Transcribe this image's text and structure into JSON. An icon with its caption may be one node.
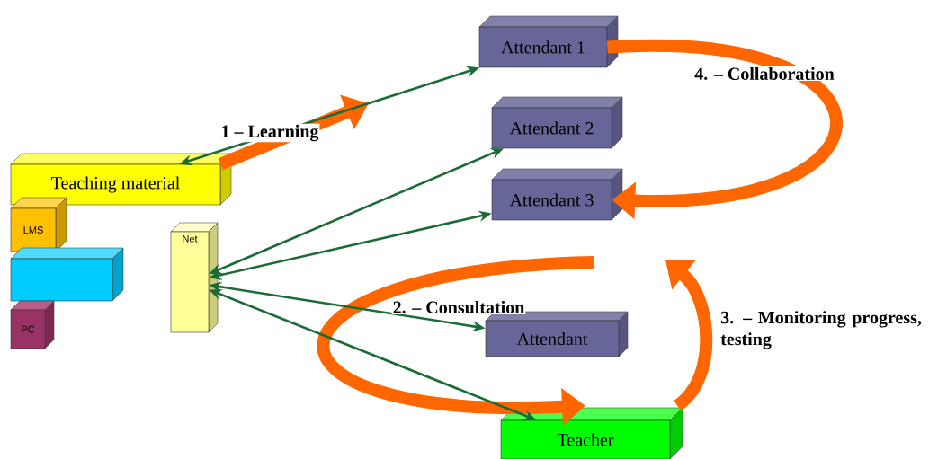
{
  "diagram": {
    "nodes": [
      {
        "text": [
          "Teaching material"
        ]
      },
      {
        "text": [
          "LMS"
        ]
      },
      {
        "text": [],
        "shape": "box"
      },
      {
        "text": [
          "PC"
        ]
      },
      {
        "text": [
          "Net"
        ]
      },
      {
        "text": [
          "Attendant 1"
        ]
      },
      {
        "text": [
          "Attendant 2"
        ]
      },
      {
        "text": [
          "Attendant 3"
        ]
      },
      {
        "text": [
          "Attendant"
        ]
      },
      {
        "text": [
          "Teacher"
        ]
      }
    ],
    "edges": [
      {
        "from": 0,
        "to": null,
        "arrow": "to",
        "label": "1 – Learning",
        "style": "thick",
        "color": "#ff6600"
      },
      {
        "from": 5,
        "to": 7,
        "arrow": "to",
        "label": "4. – Collaboration",
        "style": "thick",
        "color": "#ff6600"
      },
      {
        "from": null,
        "to": 9,
        "arrow": "to",
        "label": "2. – Consultation",
        "style": "thick",
        "color": "#ff6600"
      },
      {
        "from": 9,
        "to": null,
        "arrow": "to",
        "label": "3. – Monitoring progress, testing",
        "style": "thick",
        "color": "#ff6600"
      },
      {
        "from": 0,
        "to": 5,
        "arrow": "both"
      },
      {
        "from": 4,
        "to": 6,
        "arrow": "both"
      },
      {
        "from": 4,
        "to": 7,
        "arrow": "both"
      },
      {
        "from": 4,
        "to": 8,
        "arrow": "both"
      },
      {
        "from": 4,
        "to": 9,
        "arrow": "both"
      }
    ]
  }
}
